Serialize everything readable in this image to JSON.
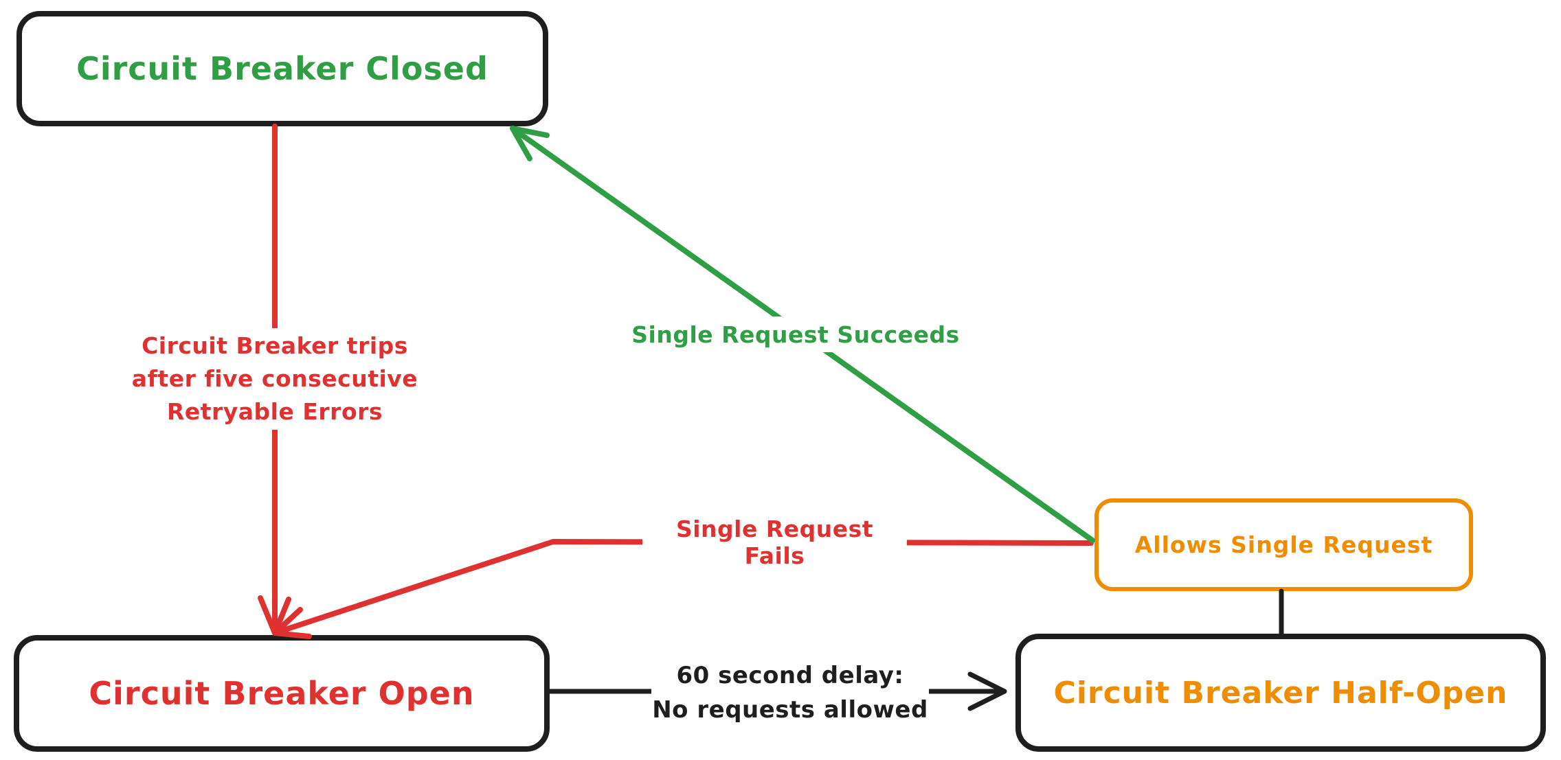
{
  "colors": {
    "green": "#2f9e44",
    "red": "#e03131",
    "orange": "#f08c00",
    "ink": "#1e1e1e"
  },
  "nodes": {
    "closed": {
      "label": "Circuit Breaker Closed"
    },
    "open": {
      "label": "Circuit Breaker Open"
    },
    "half_open": {
      "label": "Circuit Breaker Half-Open"
    },
    "allows": {
      "label": "Allows Single Request"
    }
  },
  "edges": {
    "trip": {
      "lines": [
        "Circuit Breaker trips",
        "after five consecutive",
        "Retryable Errors"
      ]
    },
    "success": {
      "label": "Single Request Succeeds"
    },
    "fail": {
      "label": "Single Request Fails"
    },
    "delay": {
      "lines": [
        "60 second delay:",
        "No requests allowed"
      ]
    }
  }
}
